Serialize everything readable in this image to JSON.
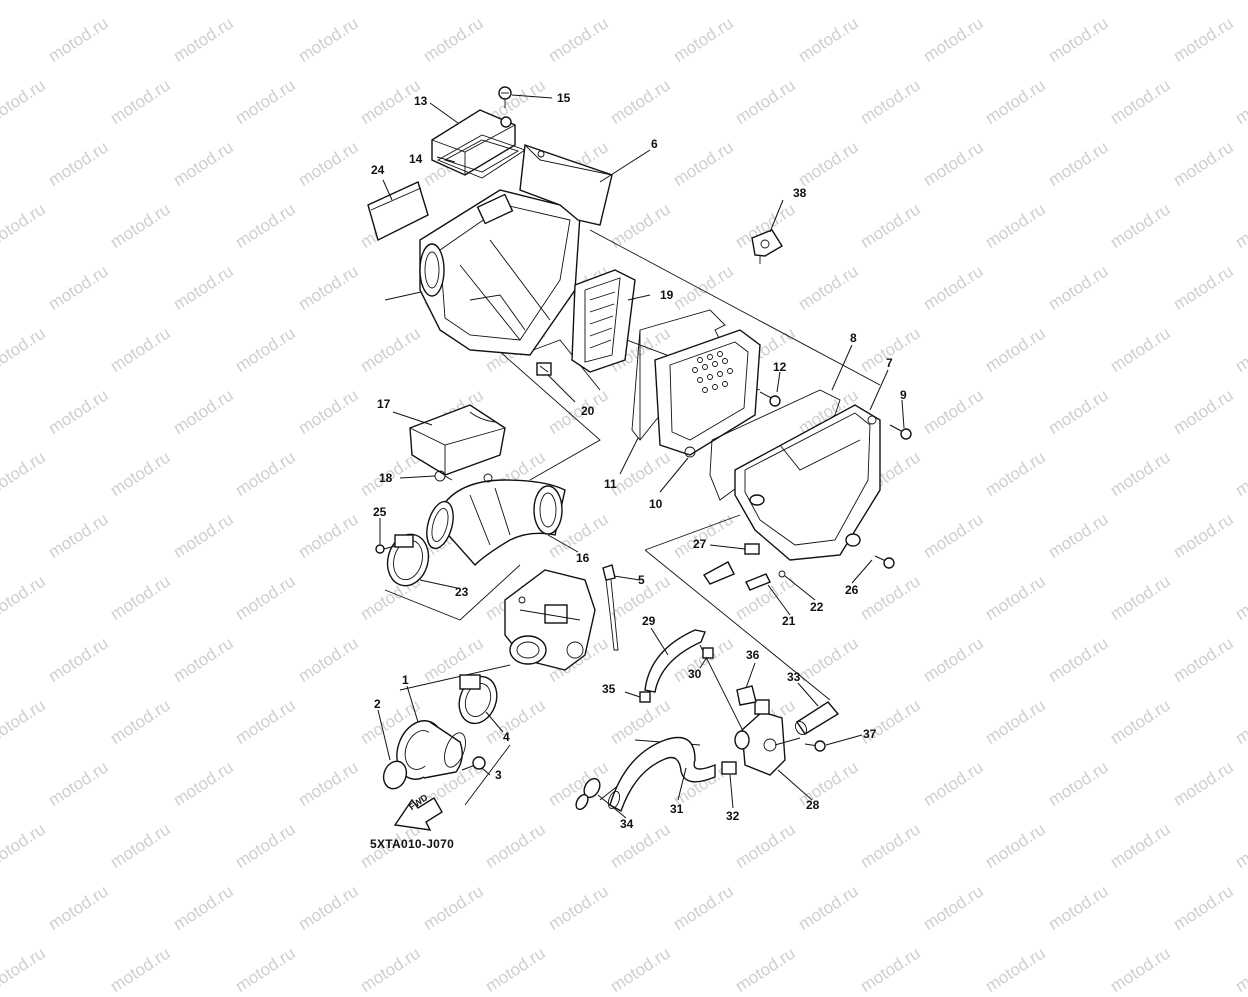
{
  "diagram": {
    "watermark_text": "motod.ru",
    "catalog_code": "5XTA010-J070",
    "fwd_label": "FWD",
    "callouts": [
      {
        "id": "1",
        "text": "1"
      },
      {
        "id": "2",
        "text": "2"
      },
      {
        "id": "3",
        "text": "3"
      },
      {
        "id": "4",
        "text": "4"
      },
      {
        "id": "5",
        "text": "5"
      },
      {
        "id": "6",
        "text": "6"
      },
      {
        "id": "7",
        "text": "7"
      },
      {
        "id": "8",
        "text": "8"
      },
      {
        "id": "9",
        "text": "9"
      },
      {
        "id": "10",
        "text": "10"
      },
      {
        "id": "11",
        "text": "11"
      },
      {
        "id": "12",
        "text": "12"
      },
      {
        "id": "13",
        "text": "13"
      },
      {
        "id": "14",
        "text": "14"
      },
      {
        "id": "15",
        "text": "15"
      },
      {
        "id": "16",
        "text": "16"
      },
      {
        "id": "17",
        "text": "17"
      },
      {
        "id": "18",
        "text": "18"
      },
      {
        "id": "19",
        "text": "19"
      },
      {
        "id": "20",
        "text": "20"
      },
      {
        "id": "21",
        "text": "21"
      },
      {
        "id": "22",
        "text": "22"
      },
      {
        "id": "23",
        "text": "23"
      },
      {
        "id": "24",
        "text": "24"
      },
      {
        "id": "25",
        "text": "25"
      },
      {
        "id": "26",
        "text": "26"
      },
      {
        "id": "27",
        "text": "27"
      },
      {
        "id": "28",
        "text": "28"
      },
      {
        "id": "29",
        "text": "29"
      },
      {
        "id": "30",
        "text": "30"
      },
      {
        "id": "31",
        "text": "31"
      },
      {
        "id": "32",
        "text": "32"
      },
      {
        "id": "33",
        "text": "33"
      },
      {
        "id": "34",
        "text": "34"
      },
      {
        "id": "35",
        "text": "35"
      },
      {
        "id": "36",
        "text": "36"
      },
      {
        "id": "37",
        "text": "37"
      },
      {
        "id": "38",
        "text": "38"
      }
    ]
  }
}
